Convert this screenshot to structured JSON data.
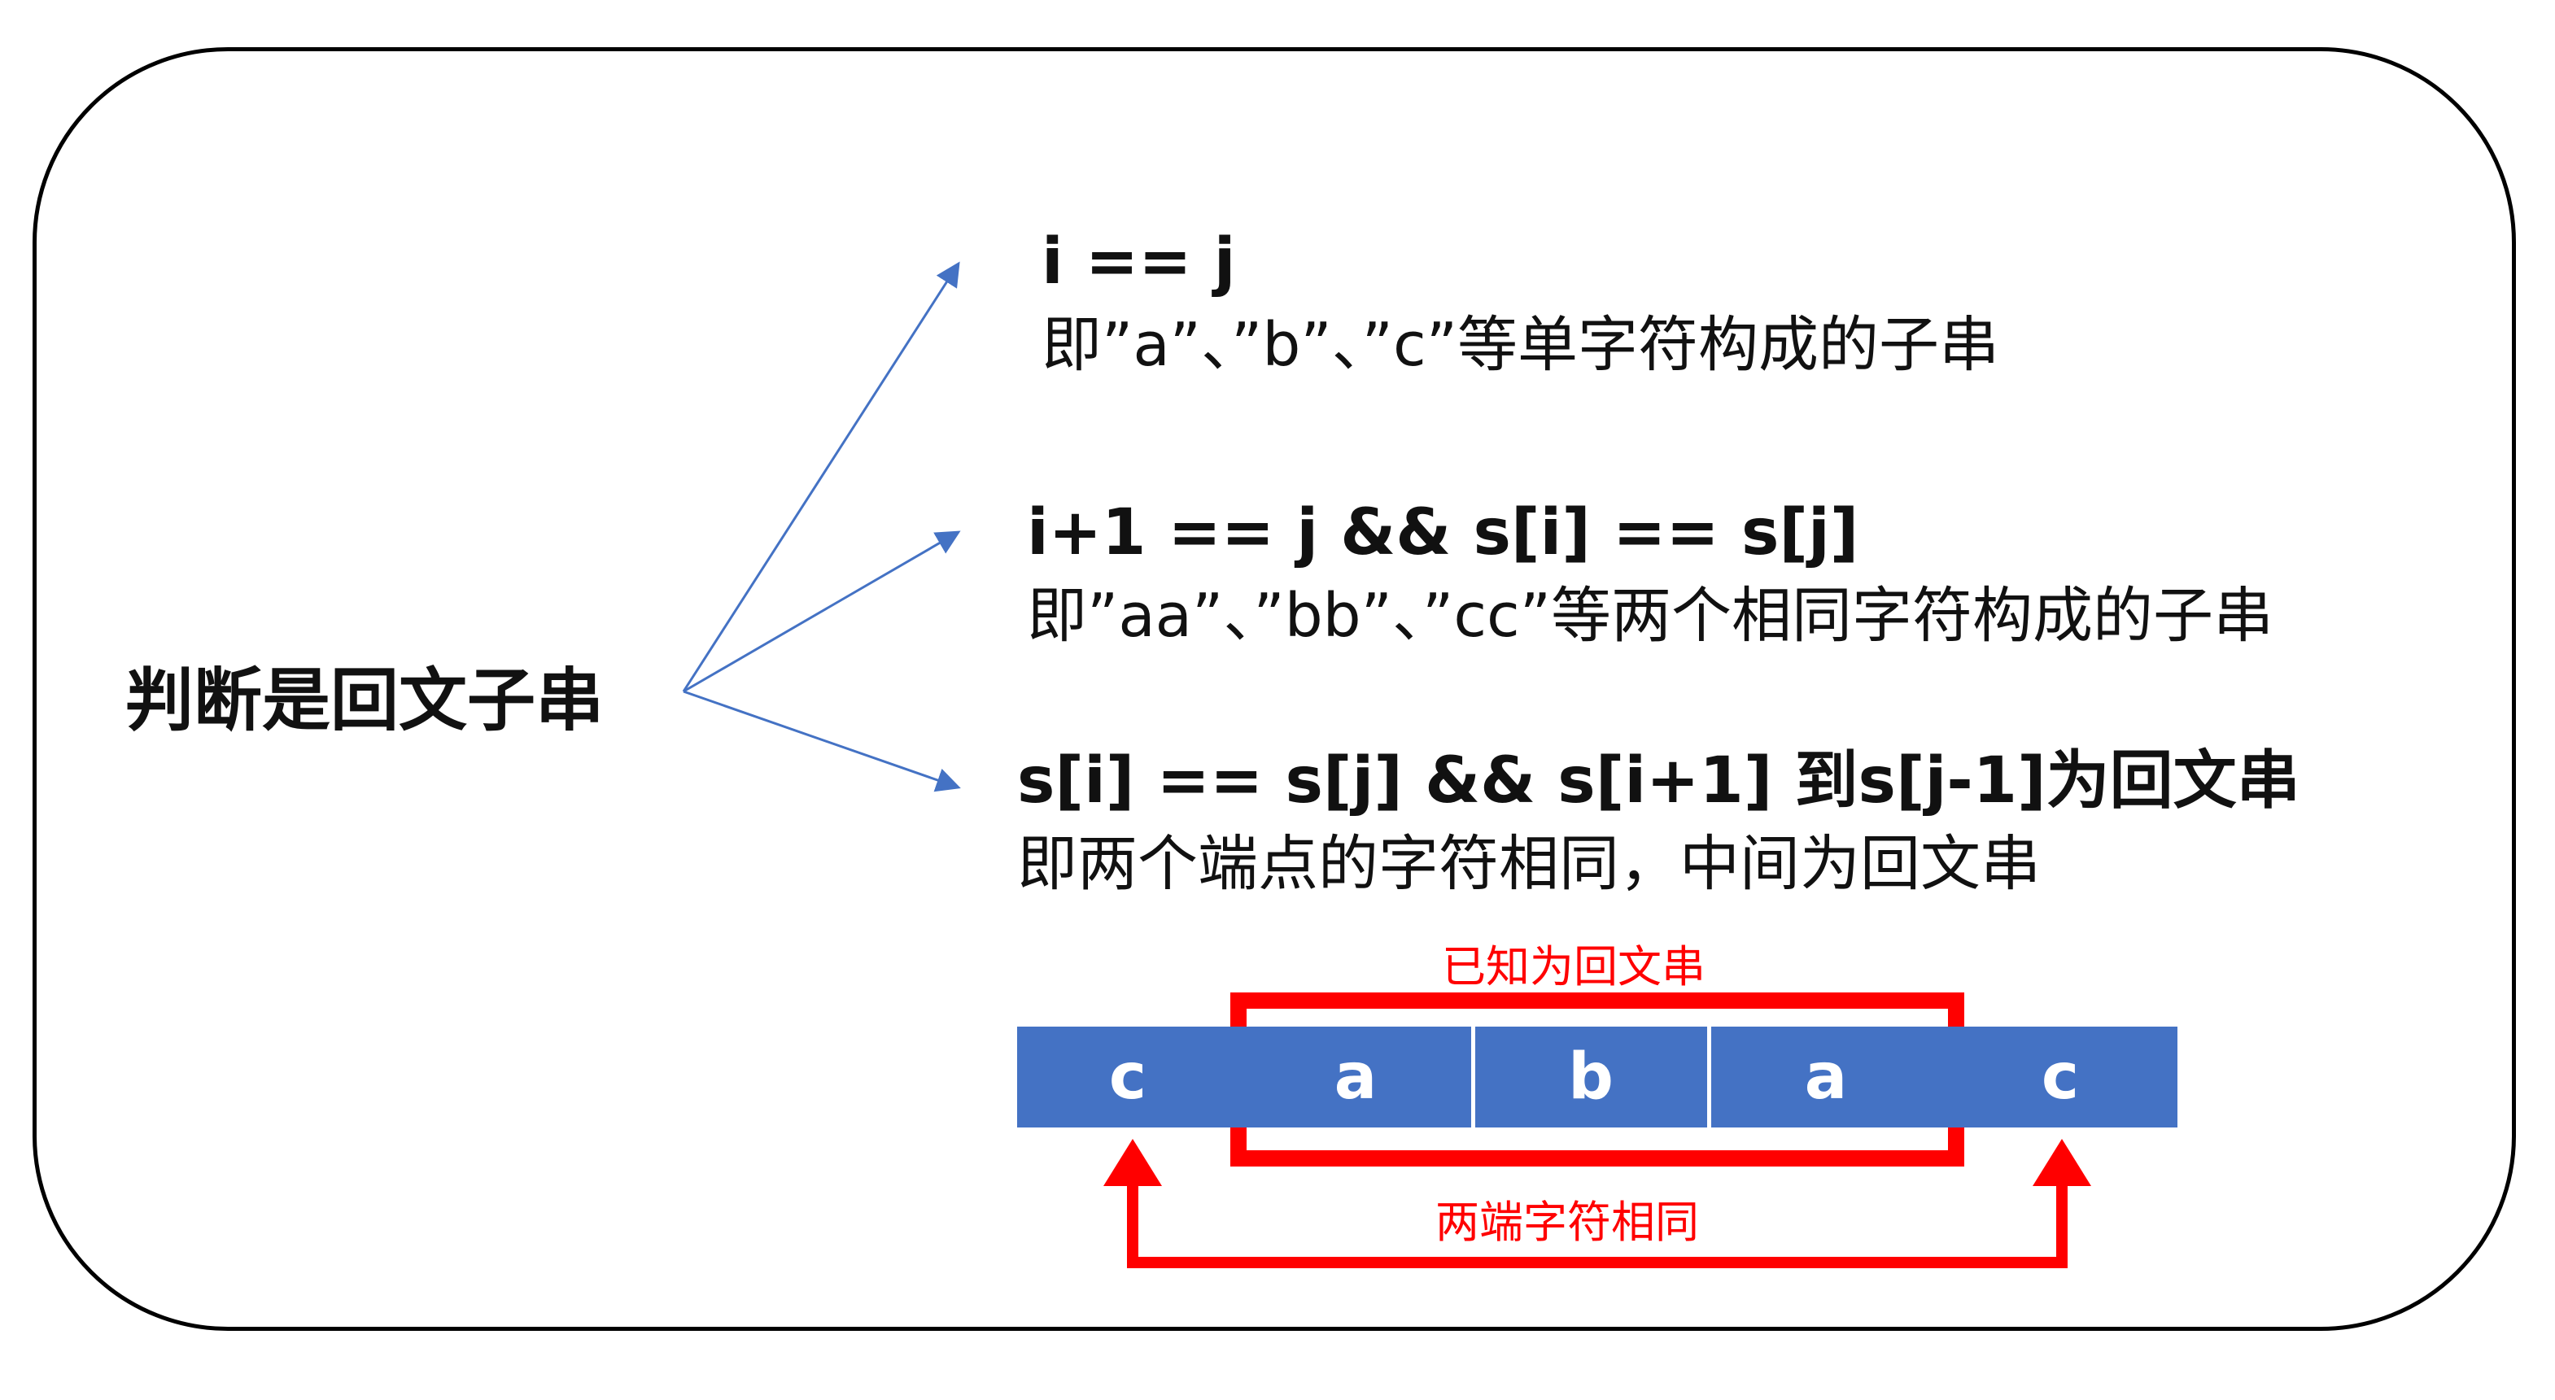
{
  "root": {
    "label": "判断是回文子串"
  },
  "branches": [
    {
      "condition": "i == j",
      "description": "即”a”、”b”、”c”等单字符构成的子串"
    },
    {
      "condition": "i+1 == j && s[i] == s[j]",
      "description": "即”aa”、”bb”、”cc”等两个相同字符构成的子串"
    },
    {
      "condition": "s[i] == s[j] && s[i+1] 到s[j-1]为回文串",
      "description": "即两个端点的字符相同，中间为回文串"
    }
  ],
  "example": {
    "cells": [
      "c",
      "a",
      "b",
      "a",
      "c"
    ],
    "known_palindrome_label": "已知为回文串",
    "ends_same_label": "两端字符相同",
    "cell_color": "#4472c4",
    "highlight_color": "#ff0000"
  }
}
